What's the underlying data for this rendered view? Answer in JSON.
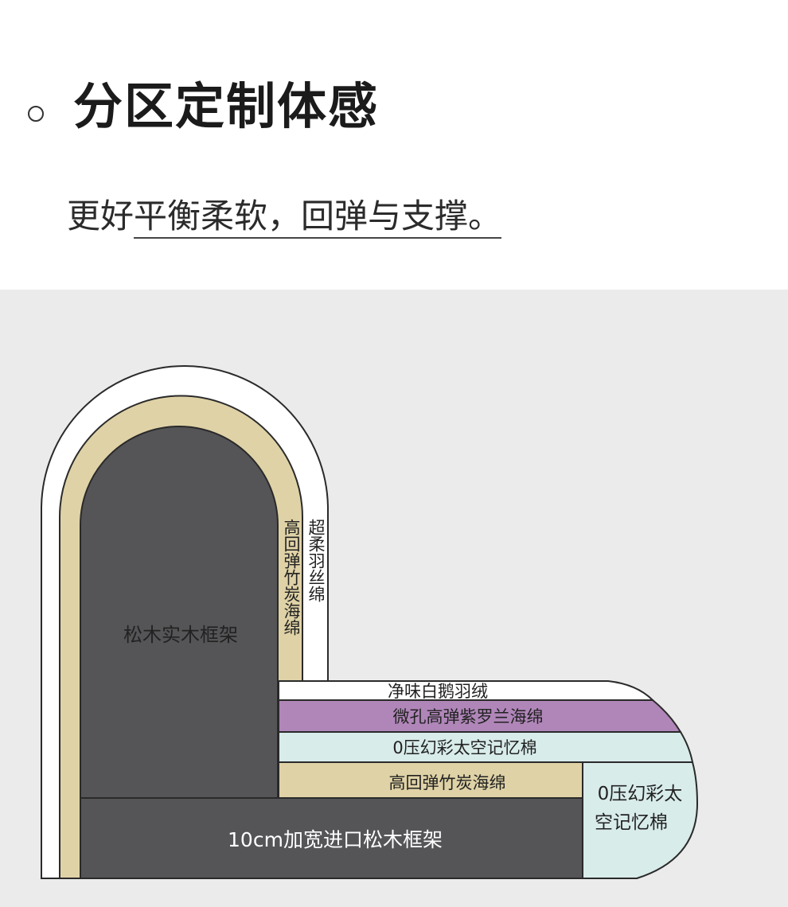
{
  "header": {
    "title": "分区定制体感",
    "subtitle_plain": "更好",
    "subtitle_emph": "平衡柔软，回弹与支撑。"
  },
  "diagram": {
    "back_frame": "松木实木框架",
    "back_foam_vertical": "高回弹竹炭海绵",
    "back_down_vertical": "超柔羽丝绵",
    "seat_layers": {
      "down": "净味白鹅羽绒",
      "violet_foam": "微孔高弹紫罗兰海绵",
      "memory": "0压幻彩太空记忆棉",
      "bamboo_foam": "高回弹竹炭海绵"
    },
    "arm_memory_line1": "0压幻彩太",
    "arm_memory_line2": "空记忆棉",
    "base_frame": "10cm加宽进口松木框架"
  },
  "colors": {
    "frame": "#555558",
    "tan": "#dfd2a6",
    "violet": "#b086b9",
    "mint": "#d8ecea",
    "white": "#ffffff",
    "outline": "#2a2a2a"
  }
}
